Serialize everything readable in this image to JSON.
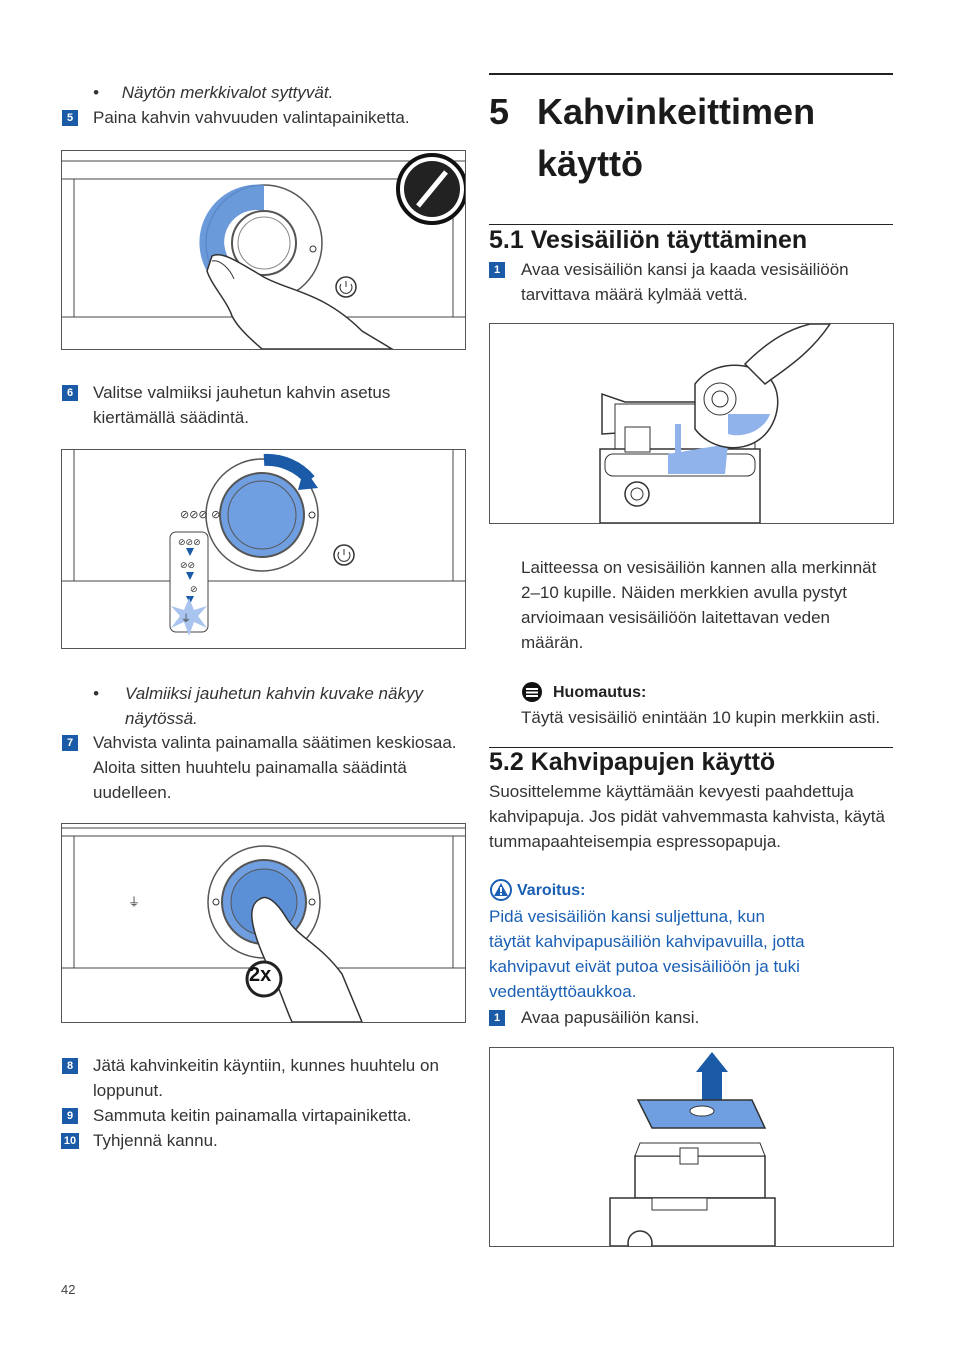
{
  "left": {
    "bullet1": "Näytön merkkivalot syttyvät.",
    "step5": {
      "num": "5",
      "text": "Paina kahvin vahvuuden valintapainiketta."
    },
    "step6": {
      "num": "6",
      "line1": "Valitse valmiiksi jauhetun kahvin asetus",
      "line2": "kiertämällä säädintä."
    },
    "bullet2": {
      "line1": "Valmiiksi jauhetun kahvin kuvake näkyy",
      "line2": "näytössä."
    },
    "step7": {
      "num": "7",
      "line1": "Vahvista valinta painamalla säätimen keskiosaa.",
      "line2": "Aloita sitten huuhtelu painamalla säädintä",
      "line3": "uudelleen."
    },
    "fig3_badge": "2x",
    "step8": {
      "num": "8",
      "line1": "Jätä kahvinkeitin käyntiin, kunnes huuhtelu on",
      "line2": "loppunut."
    },
    "step9": {
      "num": "9",
      "text": "Sammuta keitin painamalla virtapainiketta."
    },
    "step10": {
      "num": "10",
      "text": "Tyhjennä kannu."
    }
  },
  "right": {
    "chapter_num": "5",
    "chapter_line1": "Kahvinkeittimen",
    "chapter_line2": "käyttö",
    "s51_title": "5.1 Vesisäiliön täyttäminen",
    "s51_step1": {
      "num": "1",
      "line1": "Avaa vesisäiliön kansi ja kaada vesisäiliöön",
      "line2": "tarvittava määrä kylmää vettä."
    },
    "s51_para": [
      "Laitteessa on vesisäiliön kannen alla merkinnät",
      "2–10 kupille. Näiden merkkien avulla pystyt",
      "arvioimaan vesisäiliöön laitettavan veden",
      "määrän."
    ],
    "note_label": "Huomautus:",
    "note_text": "Täytä vesisäiliö enintään 10 kupin merkkiin asti.",
    "s52_title": "5.2 Kahvipapujen käyttö",
    "s52_para": [
      "Suosittelemme käyttämään kevyesti paahdettuja",
      "kahvipapuja. Jos pidät vahvemmasta kahvista, käytä",
      "tummapaahteisempia espressopapuja."
    ],
    "warn_label": "Varoitus:",
    "warn_text": [
      "Pidä vesisäiliön kansi suljettuna, kun",
      "täytät kahvipapusäiliön kahvipavuilla, jotta",
      "kahvipavut eivät putoa vesisäiliöön ja tuki",
      "vedentäyttöaukkoa."
    ],
    "s52_step1": {
      "num": "1",
      "text": "Avaa papusäiliön kansi."
    }
  },
  "page_number": "42",
  "colors": {
    "accent": "#1a5aa6",
    "highlight": "#6f9fe0",
    "warning": "#1a5fb4"
  }
}
